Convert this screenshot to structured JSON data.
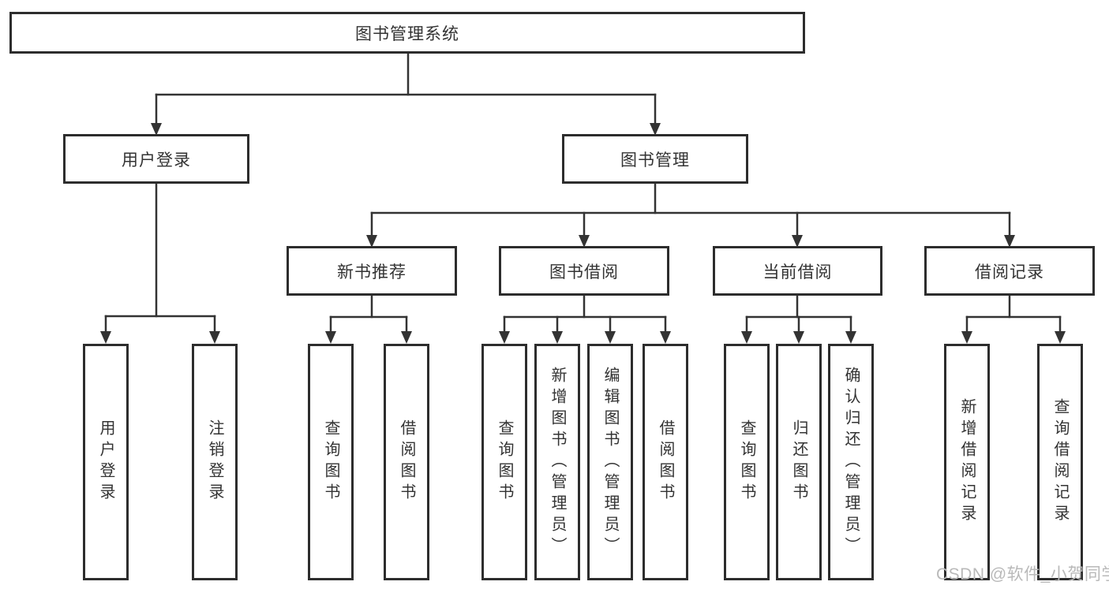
{
  "diagram_title": "图书管理系统",
  "watermark": "CSDN @软件_小贺同学",
  "colors": {
    "background": "#ffffff",
    "box_border": "#2d2d2d",
    "connector": "#333333",
    "text": "#333333",
    "watermark": "#b9b9b9"
  },
  "nodes": {
    "root": "图书管理系统",
    "user_login": "用户登录",
    "book_mgmt": "图书管理",
    "new_book_rec": "新书推荐",
    "book_borrow": "图书借阅",
    "current_borrow": "当前借阅",
    "borrow_record": "借阅记录",
    "ul_user_login": "用户登录",
    "ul_logout": "注销登录",
    "nb_query_book": "查询图书",
    "nb_borrow_book": "借阅图书",
    "bb_query_book": "查询图书",
    "bb_add_book": "新增图书（管理员）",
    "bb_edit_book": "编辑图书（管理员）",
    "bb_borrow_book": "借阅图书",
    "cb_query_book": "查询图书",
    "cb_return_book": "归还图书",
    "cb_confirm_return": "确认归还（管理员）",
    "br_add_record": "新增借阅记录",
    "br_query_record": "查询借阅记录"
  },
  "hierarchy": {
    "图书管理系统": {
      "用户登录": [
        "用户登录",
        "注销登录"
      ],
      "图书管理": {
        "新书推荐": [
          "查询图书",
          "借阅图书"
        ],
        "图书借阅": [
          "查询图书",
          "新增图书（管理员）",
          "编辑图书（管理员）",
          "借阅图书"
        ],
        "当前借阅": [
          "查询图书",
          "归还图书",
          "确认归还（管理员）"
        ],
        "借阅记录": [
          "新增借阅记录",
          "查询借阅记录"
        ]
      }
    }
  }
}
